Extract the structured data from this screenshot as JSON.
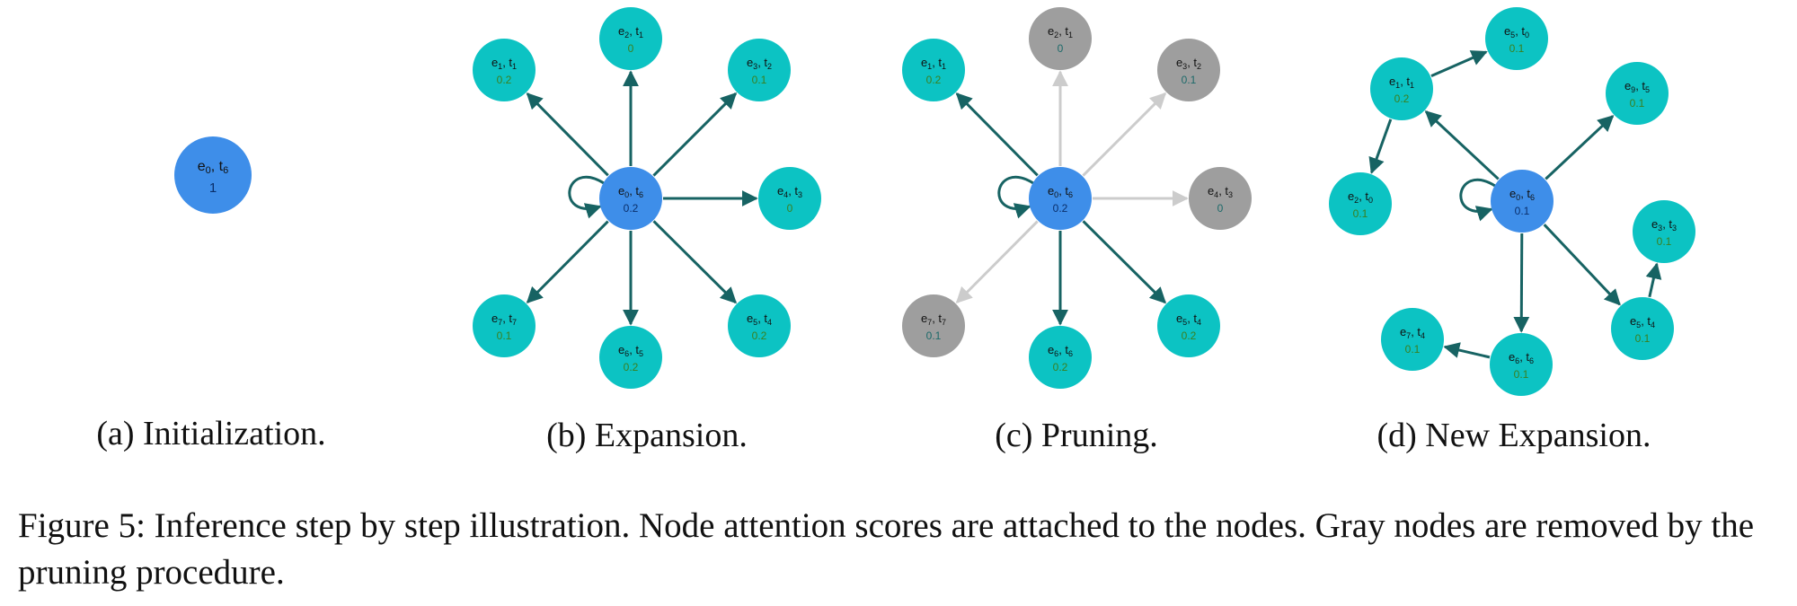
{
  "colors": {
    "center": "#3e8ee9",
    "active": "#0cc3c3",
    "pruned": "#9e9e9e",
    "edge_active": "#176363",
    "edge_pruned": "#cccccc",
    "score_center": "#0a2f6b",
    "score_active": "#3a8020",
    "score_pruned": "#1d6a6a"
  },
  "panels": [
    {
      "id": "a",
      "caption": "(a) Initialization.",
      "nodes": [
        {
          "id": "c",
          "e": "0",
          "t": "6",
          "score": "1",
          "state": "center",
          "big": true
        }
      ],
      "edges": []
    },
    {
      "id": "b",
      "caption": "(b)  Expansion.",
      "nodes": [
        {
          "id": "c",
          "e": "0",
          "t": "6",
          "score": "0.2",
          "state": "center"
        },
        {
          "id": "n1",
          "e": "1",
          "t": "1",
          "score": "0.2",
          "state": "active"
        },
        {
          "id": "n2",
          "e": "2",
          "t": "1",
          "score": "0",
          "state": "active"
        },
        {
          "id": "n3",
          "e": "3",
          "t": "2",
          "score": "0.1",
          "state": "active"
        },
        {
          "id": "n4",
          "e": "4",
          "t": "3",
          "score": "0",
          "state": "active"
        },
        {
          "id": "n5",
          "e": "5",
          "t": "4",
          "score": "0.2",
          "state": "active"
        },
        {
          "id": "n6",
          "e": "6",
          "t": "5",
          "score": "0.2",
          "state": "active"
        },
        {
          "id": "n7",
          "e": "7",
          "t": "7",
          "score": "0.1",
          "state": "active"
        }
      ],
      "edges": [
        {
          "from": "c",
          "to": "n1",
          "state": "active"
        },
        {
          "from": "c",
          "to": "n2",
          "state": "active"
        },
        {
          "from": "c",
          "to": "n3",
          "state": "active"
        },
        {
          "from": "c",
          "to": "n4",
          "state": "active"
        },
        {
          "from": "c",
          "to": "n5",
          "state": "active"
        },
        {
          "from": "c",
          "to": "n6",
          "state": "active"
        },
        {
          "from": "c",
          "to": "n7",
          "state": "active"
        },
        {
          "from": "c",
          "to": "c",
          "state": "active",
          "self": true
        }
      ]
    },
    {
      "id": "c",
      "caption": "(c) Pruning.",
      "nodes": [
        {
          "id": "c",
          "e": "0",
          "t": "6",
          "score": "0.2",
          "state": "center"
        },
        {
          "id": "n1",
          "e": "1",
          "t": "1",
          "score": "0.2",
          "state": "active"
        },
        {
          "id": "n2",
          "e": "2",
          "t": "1",
          "score": "0",
          "state": "pruned"
        },
        {
          "id": "n3",
          "e": "3",
          "t": "2",
          "score": "0.1",
          "state": "pruned"
        },
        {
          "id": "n4",
          "e": "4",
          "t": "3",
          "score": "0",
          "state": "pruned"
        },
        {
          "id": "n5",
          "e": "5",
          "t": "4",
          "score": "0.2",
          "state": "active"
        },
        {
          "id": "n6",
          "e": "6",
          "t": "6",
          "score": "0.2",
          "state": "active"
        },
        {
          "id": "n7",
          "e": "7",
          "t": "7",
          "score": "0.1",
          "state": "pruned"
        }
      ],
      "edges": [
        {
          "from": "c",
          "to": "n1",
          "state": "active"
        },
        {
          "from": "c",
          "to": "n2",
          "state": "pruned"
        },
        {
          "from": "c",
          "to": "n3",
          "state": "pruned"
        },
        {
          "from": "c",
          "to": "n4",
          "state": "pruned"
        },
        {
          "from": "c",
          "to": "n5",
          "state": "active"
        },
        {
          "from": "c",
          "to": "n6",
          "state": "active"
        },
        {
          "from": "c",
          "to": "n7",
          "state": "pruned"
        },
        {
          "from": "c",
          "to": "c",
          "state": "active",
          "self": true
        }
      ]
    },
    {
      "id": "d",
      "caption": "(d)  New Expansion.",
      "nodes": [
        {
          "id": "c",
          "e": "0",
          "t": "6",
          "score": "0.1",
          "state": "center"
        },
        {
          "id": "n1",
          "e": "1",
          "t": "1",
          "score": "0.2",
          "state": "active"
        },
        {
          "id": "n50",
          "e": "5",
          "t": "0",
          "score": "0.1",
          "state": "active"
        },
        {
          "id": "n2",
          "e": "2",
          "t": "0",
          "score": "0.1",
          "state": "active"
        },
        {
          "id": "n9",
          "e": "9",
          "t": "5",
          "score": "0.1",
          "state": "active"
        },
        {
          "id": "n3",
          "e": "3",
          "t": "3",
          "score": "0.1",
          "state": "active"
        },
        {
          "id": "n5",
          "e": "5",
          "t": "4",
          "score": "0.1",
          "state": "active"
        },
        {
          "id": "n6",
          "e": "6",
          "t": "6",
          "score": "0.1",
          "state": "active"
        },
        {
          "id": "n7",
          "e": "7",
          "t": "4",
          "score": "0.1",
          "state": "active"
        }
      ],
      "edges": [
        {
          "from": "c",
          "to": "n1",
          "state": "active"
        },
        {
          "from": "n1",
          "to": "n50",
          "state": "active"
        },
        {
          "from": "n1",
          "to": "n2",
          "state": "active"
        },
        {
          "from": "c",
          "to": "n9",
          "state": "active"
        },
        {
          "from": "c",
          "to": "n5",
          "state": "active"
        },
        {
          "from": "n5",
          "to": "n3",
          "state": "active"
        },
        {
          "from": "c",
          "to": "n6",
          "state": "active"
        },
        {
          "from": "n6",
          "to": "n7",
          "state": "active"
        },
        {
          "from": "c",
          "to": "c",
          "state": "active",
          "self": true
        }
      ]
    }
  ],
  "figure_caption": "Figure 5: Inference step by step illustration. Node attention scores are attached to the nodes. Gray nodes are removed by the pruning procedure."
}
